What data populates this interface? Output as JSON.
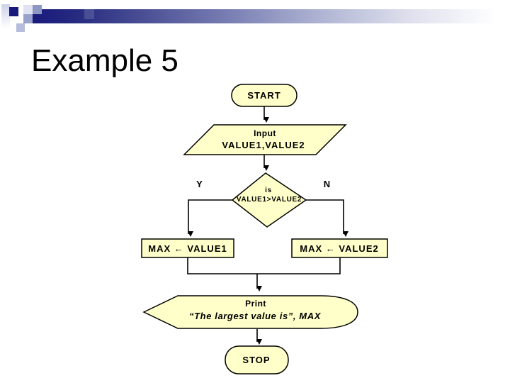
{
  "slide": {
    "title": "Example 5",
    "background_color": "#ffffff"
  },
  "decor": {
    "header_bar_gradient_start": "#1a1a7c",
    "header_bar_gradient_end": "#ffffff",
    "pixel_square_colors": [
      "#1a1a7e",
      "#dfe2f0",
      "#8e96c4",
      "#9aa2cc",
      "#b6bcdc"
    ]
  },
  "flowchart": {
    "shape_fill": "#ffffc9",
    "shape_border": "#000000",
    "nodes": {
      "start": {
        "type": "terminator",
        "label": "START"
      },
      "input": {
        "type": "io-parallelogram",
        "line1": "Input",
        "line2": "VALUE1,VALUE2"
      },
      "decision": {
        "type": "diamond",
        "line1": "is",
        "line2": "VALUE1>VALUE2",
        "yes_label": "Y",
        "no_label": "N"
      },
      "assign_left": {
        "type": "process",
        "label": "MAX ← VALUE1"
      },
      "assign_right": {
        "type": "process",
        "label": "MAX ← VALUE2"
      },
      "print": {
        "type": "display",
        "line1": "Print",
        "line2": "“The largest value is”, MAX"
      },
      "stop": {
        "type": "terminator",
        "label": "STOP"
      }
    }
  }
}
